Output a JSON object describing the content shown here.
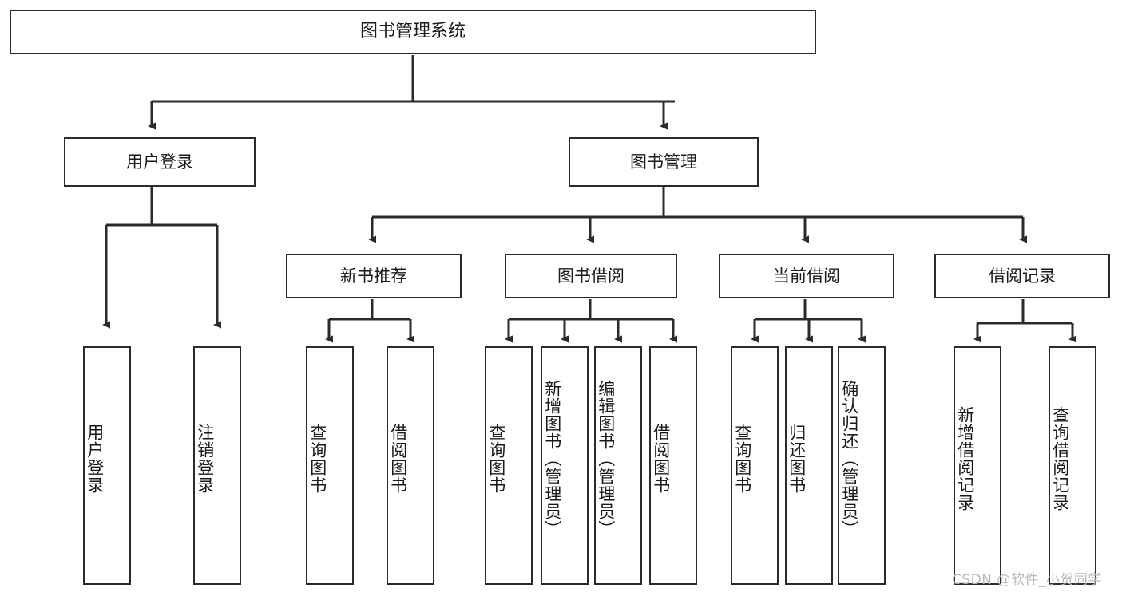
{
  "diagram": {
    "type": "tree-hierarchy",
    "title": "图书管理系统",
    "root": {
      "id": "root",
      "label": "图书管理系统"
    },
    "level2": [
      {
        "id": "user-login",
        "label": "用户登录"
      },
      {
        "id": "book-manage",
        "label": "图书管理"
      }
    ],
    "level3": [
      {
        "id": "new-book-recommend",
        "label": "新书推荐",
        "parent": "book-manage"
      },
      {
        "id": "book-borrow",
        "label": "图书借阅",
        "parent": "book-manage"
      },
      {
        "id": "current-borrow",
        "label": "当前借阅",
        "parent": "book-manage"
      },
      {
        "id": "borrow-record",
        "label": "借阅记录",
        "parent": "book-manage"
      }
    ],
    "leaves": [
      {
        "id": "leaf-user-login",
        "label": "用户登录",
        "parent": "user-login"
      },
      {
        "id": "leaf-logout-login",
        "label": "注销登录",
        "parent": "user-login"
      },
      {
        "id": "leaf-query-book-1",
        "label": "查询图书",
        "parent": "new-book-recommend"
      },
      {
        "id": "leaf-borrow-book-1",
        "label": "借阅图书",
        "parent": "new-book-recommend"
      },
      {
        "id": "leaf-query-book-2",
        "label": "查询图书",
        "parent": "book-borrow"
      },
      {
        "id": "leaf-add-book",
        "label": "新增图书（管理员）",
        "parent": "book-borrow"
      },
      {
        "id": "leaf-edit-book",
        "label": "编辑图书（管理员）",
        "parent": "book-borrow"
      },
      {
        "id": "leaf-borrow-book-2",
        "label": "借阅图书",
        "parent": "book-borrow"
      },
      {
        "id": "leaf-query-book-3",
        "label": "查询图书",
        "parent": "current-borrow"
      },
      {
        "id": "leaf-return-book",
        "label": "归还图书",
        "parent": "current-borrow"
      },
      {
        "id": "leaf-confirm-return",
        "label": "确认归还（管理员）",
        "parent": "current-borrow"
      },
      {
        "id": "leaf-add-record",
        "label": "新增借阅记录",
        "parent": "borrow-record"
      },
      {
        "id": "leaf-query-record",
        "label": "查询借阅记录",
        "parent": "borrow-record"
      }
    ],
    "colors": {
      "border": "#2b2b2b",
      "background": "#ffffff",
      "text": "#1a1a1a",
      "watermark": "#b9b9b9"
    }
  },
  "watermark": {
    "text": "CSDN @软件_小贺同学"
  }
}
